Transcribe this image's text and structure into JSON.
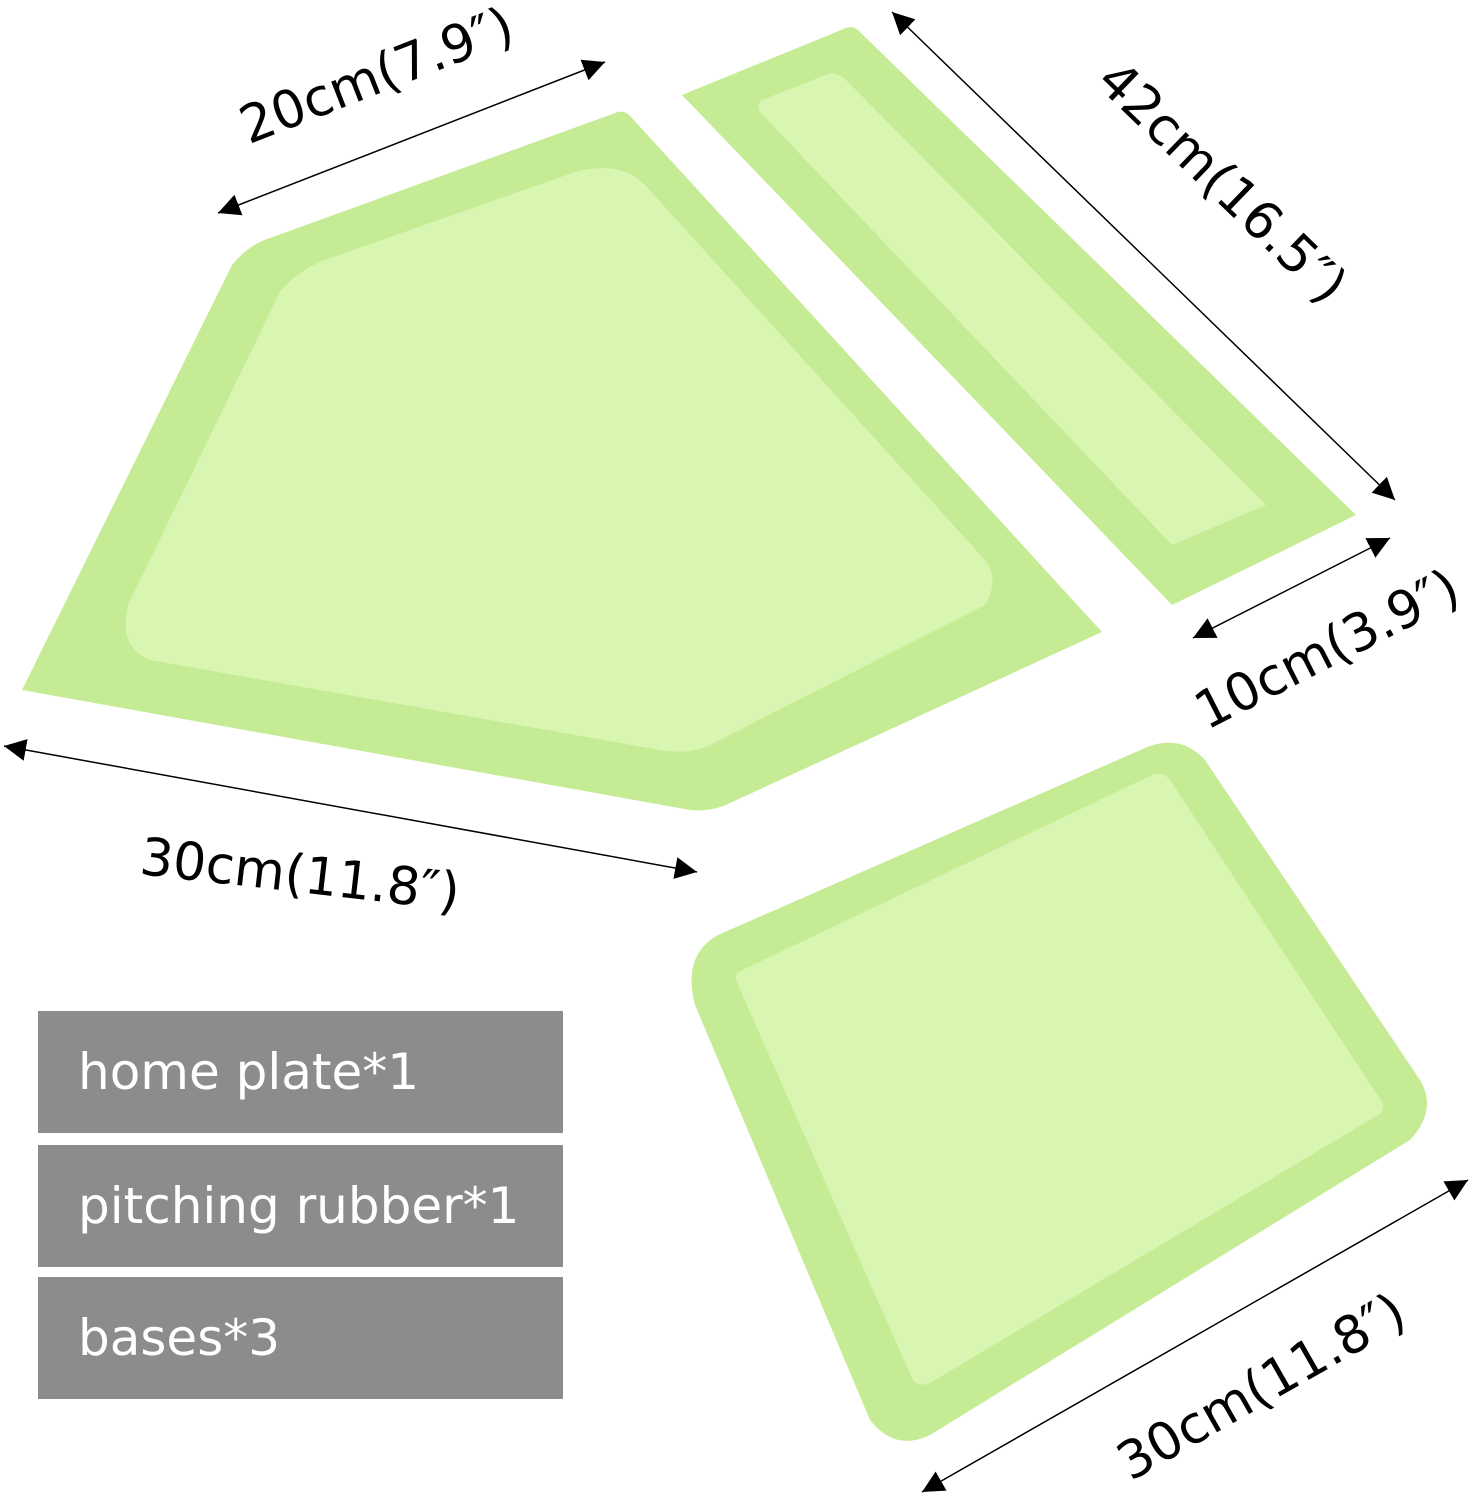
{
  "colors": {
    "outer_fill": "#c6eb95",
    "inner_fill": "#d8f6b1",
    "legend_bg": "#8c8c8c",
    "legend_text": "#ffffff",
    "dimension_line": "#000000"
  },
  "dimensions": {
    "home_plate_top": "20cm(7.9″)",
    "home_plate_bottom": "30cm(11.8″)",
    "pitching_rubber_length": "42cm(16.5″)",
    "pitching_rubber_width": "10cm(3.9″)",
    "base_side": "30cm(11.8″)"
  },
  "legend": {
    "items": [
      "home plate*1",
      "pitching rubber*1",
      "bases*3"
    ]
  }
}
